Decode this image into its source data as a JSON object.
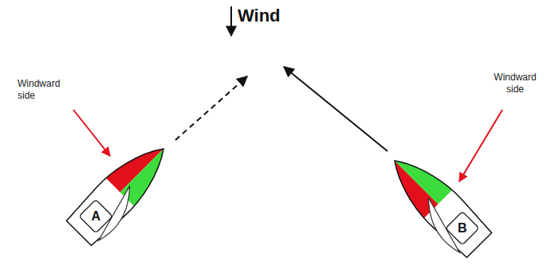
{
  "diagram": {
    "nodes": [
      {
        "text": [
          "A"
        ]
      },
      {
        "text": [
          "B"
        ]
      }
    ],
    "labels": [
      "Wind",
      "Windward side",
      "Windward side"
    ]
  }
}
